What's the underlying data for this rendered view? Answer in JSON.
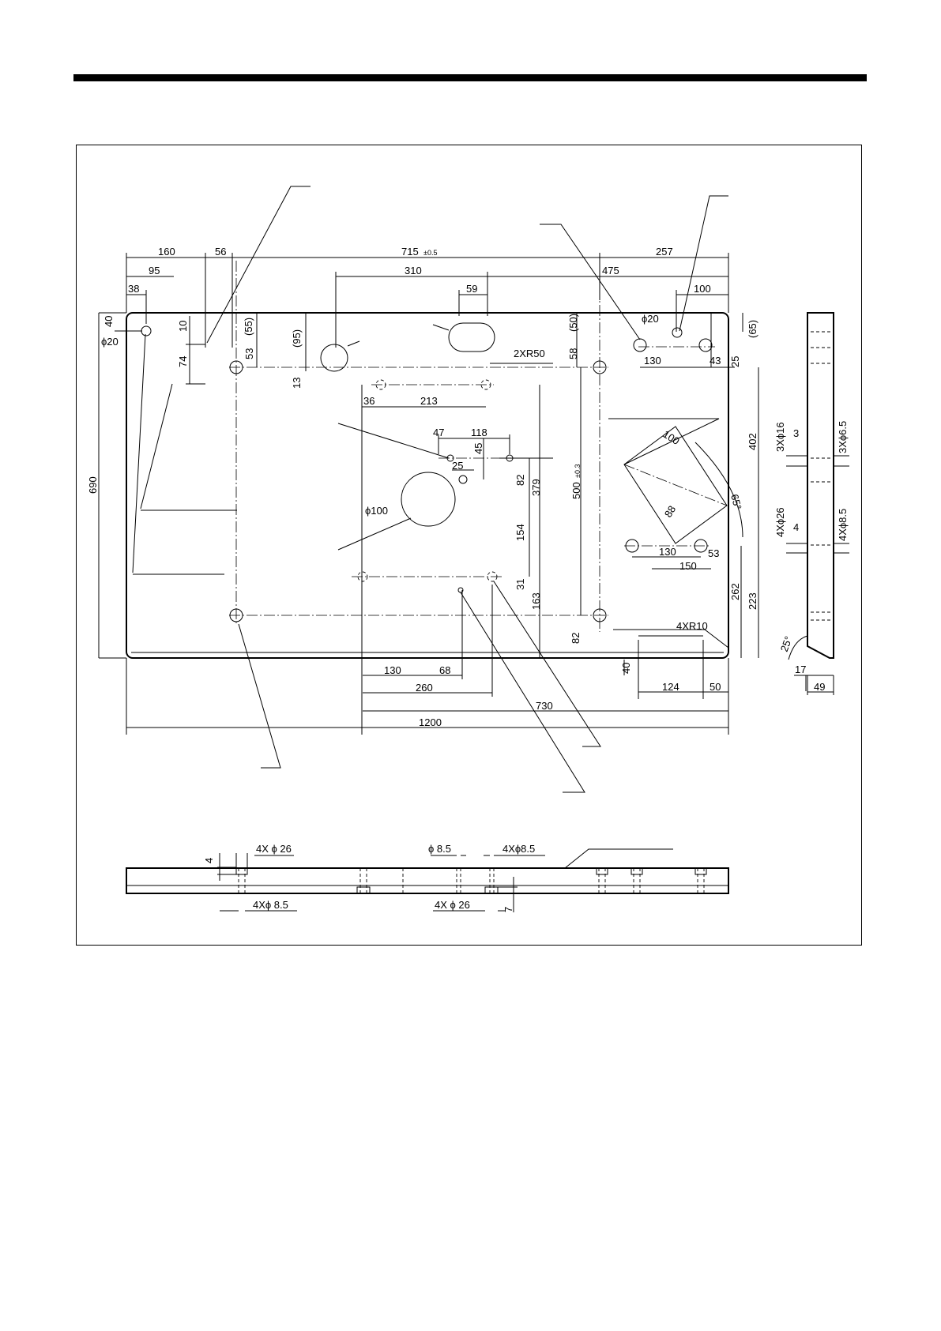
{
  "plan": {
    "top": {
      "d160": "160",
      "d56": "56",
      "d715": "715",
      "d715_tol": "±0.5",
      "d257": "257",
      "d95": "95",
      "d310": "310",
      "d475": "475",
      "d38": "38",
      "d59": "59",
      "d100": "100"
    },
    "left": {
      "d40": "40",
      "d20": "ϕ20",
      "d10": "10",
      "d55": "(55)",
      "d53": "53",
      "d74": "74",
      "d95p": "(95)",
      "d13": "13",
      "d690": "690"
    },
    "middle": {
      "d50p": "(50)",
      "d58": "58",
      "r50": "2XR50",
      "d36": "36",
      "d213": "213",
      "d47": "47",
      "d118": "118",
      "d45": "45",
      "d25": "25",
      "d82a": "82",
      "d379": "379",
      "d500": "500",
      "d500_tol": "±0.3",
      "d100dia": "ϕ100",
      "d154": "154",
      "d31": "31",
      "d163": "163",
      "d82b": "82"
    },
    "right": {
      "d20r": "ϕ20",
      "d130a": "130",
      "d43": "43",
      "d25r": "25",
      "d65p": "(65)",
      "d402": "402",
      "d100a": "100",
      "d88": "88",
      "d65deg": "65°",
      "d130b": "130",
      "d53r": "53",
      "d150": "150",
      "d262": "262",
      "d223": "223",
      "r10": "4XR10",
      "d40r": "40",
      "d124": "124",
      "d50": "50"
    },
    "bottom": {
      "d130": "130",
      "d68": "68",
      "d260": "260",
      "d730": "730",
      "d1200": "1200"
    }
  },
  "side": {
    "d3x16": "3Xϕ16",
    "d3": "3",
    "d3x65": "3Xϕ6.5",
    "d4x26": "4Xϕ26",
    "d4": "4",
    "d4x85": "4Xϕ8.5",
    "d25deg": "25°",
    "d17": "17",
    "d49": "49"
  },
  "front": {
    "d4": "4",
    "d4x26a": "4X ϕ 26",
    "d85": "ϕ 8.5",
    "d4x85a": "4Xϕ8.5",
    "d4x85b": "4Xϕ  8.5",
    "d4x26b": "4X ϕ 26",
    "d7": "7"
  }
}
